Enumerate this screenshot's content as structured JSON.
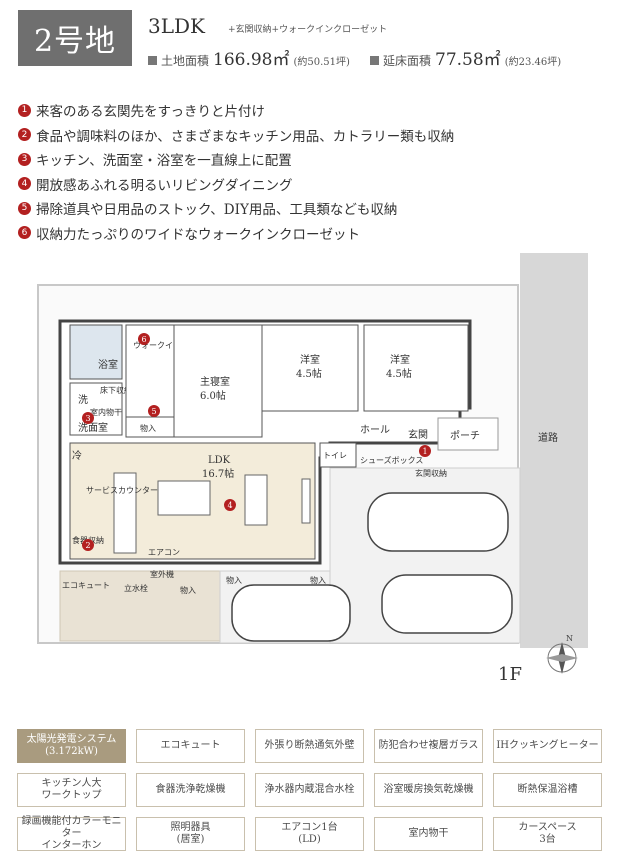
{
  "header": {
    "lot": "2号地",
    "plan": "3LDK",
    "plan_extras": "+玄関収納+ウォークインクローゼット",
    "land_label": "土地面積",
    "land_value": "166.98㎡",
    "land_tsubo": "(約50.51坪)",
    "floor_label": "延床面積",
    "floor_value": "77.58㎡",
    "floor_tsubo": "(約23.46坪)"
  },
  "points": [
    {
      "n": "1",
      "text": "来客のある玄関先をすっきりと片付け"
    },
    {
      "n": "2",
      "text": "食品や調味料のほか、さまざまなキッチン用品、カトラリー類も収納"
    },
    {
      "n": "3",
      "text": "キッチン、洗面室・浴室を一直線上に配置"
    },
    {
      "n": "4",
      "text": "開放感あふれる明るいリビングダイニング"
    },
    {
      "n": "5",
      "text": "掃除道具や日用品のストック、DIY用品、工具類なども収納"
    },
    {
      "n": "6",
      "text": "収納力たっぷりのワイドなウォークインクローゼット"
    }
  ],
  "plan": {
    "bath": "浴室",
    "wash": "洗",
    "washroom": "洗面室",
    "laundry_storage": "室内物干",
    "under_storage": "床下収納",
    "cold": "冷",
    "wic": "ウォークインクローゼット",
    "storage": "物入",
    "master": "主寝室",
    "master_size": "6.0帖",
    "room2": "洋室",
    "room2_size": "4.5帖",
    "room3": "洋室",
    "room3_size": "4.5帖",
    "hall": "ホール",
    "entrance": "玄関",
    "porch": "ポーチ",
    "toilet": "トイレ",
    "shoes": "シューズボックス",
    "entry_storage": "玄関収納",
    "ldk": "LDK",
    "ldk_size": "16.7帖",
    "pantry": "サービスカウンター",
    "food_storage": "食器収納",
    "aircon": "エアコン",
    "ecocute": "エコキュート",
    "faucet": "立水栓",
    "outdoor_unit": "室外機",
    "road": "道路",
    "storage_a": "物入",
    "storage_b": "物入",
    "storage_c": "物入",
    "markers": [
      "6",
      "5",
      "3",
      "1",
      "4",
      "2"
    ]
  },
  "floor": "1F",
  "compass": "N",
  "features": [
    {
      "label": "太陽光発電システム\n(3.172kW)",
      "highlight": true
    },
    {
      "label": "エコキュート",
      "highlight": false
    },
    {
      "label": "外張り断熱通気外壁",
      "highlight": false
    },
    {
      "label": "防犯合わせ複層ガラス",
      "highlight": false
    },
    {
      "label": "IHクッキングヒーター",
      "highlight": false
    },
    {
      "label": "キッチン人大\nワークトップ",
      "highlight": false
    },
    {
      "label": "食器洗浄乾燥機",
      "highlight": false
    },
    {
      "label": "浄水器内蔵混合水栓",
      "highlight": false
    },
    {
      "label": "浴室暖房換気乾燥機",
      "highlight": false
    },
    {
      "label": "断熱保温浴槽",
      "highlight": false
    },
    {
      "label": "録画機能付カラーモニター\nインターホン",
      "highlight": false
    },
    {
      "label": "照明器具\n(居室)",
      "highlight": false
    },
    {
      "label": "エアコン1台\n(LD)",
      "highlight": false
    },
    {
      "label": "室内物干",
      "highlight": false
    },
    {
      "label": "カースペース\n3台",
      "highlight": false
    }
  ]
}
